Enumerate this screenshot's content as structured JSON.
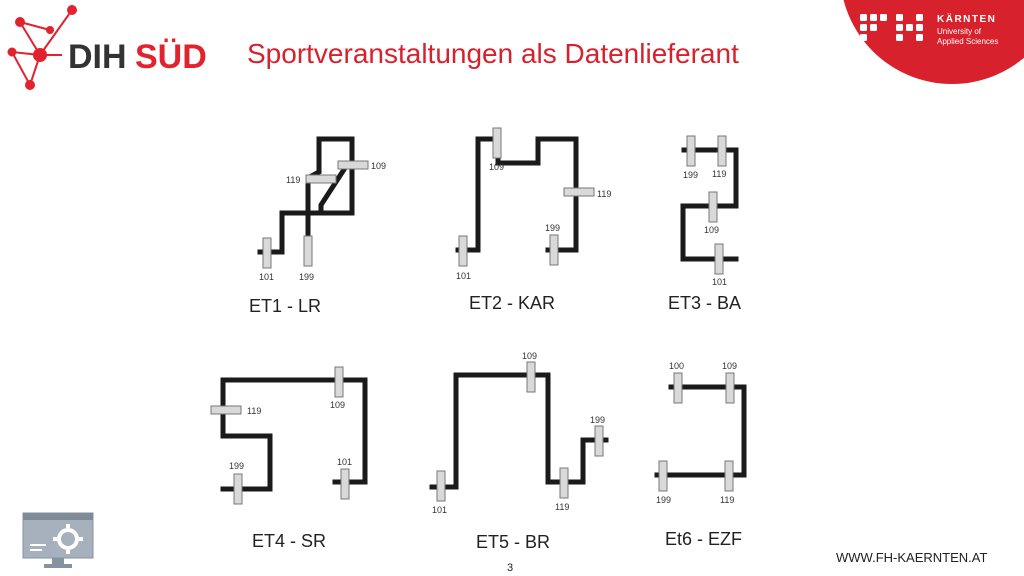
{
  "header": {
    "title": "Sportveranstaltungen als Datenlieferant",
    "logo_text_dih": "DIH",
    "logo_text_sud": "SÜD",
    "fh_name": "KÄRNTEN",
    "fh_line1": "University of",
    "fh_line2": "Applied Sciences"
  },
  "diagrams": [
    {
      "caption": "ET1 - LR",
      "labels": [
        "109",
        "119",
        "101",
        "199"
      ]
    },
    {
      "caption": "ET2 - KAR",
      "labels": [
        "109",
        "119",
        "199",
        "101"
      ]
    },
    {
      "caption": "ET3 - BA",
      "labels": [
        "199",
        "119",
        "109",
        "101"
      ]
    },
    {
      "caption": "ET4 - SR",
      "labels": [
        "119",
        "109",
        "199",
        "101"
      ]
    },
    {
      "caption": "ET5 - BR",
      "labels": [
        "109",
        "199",
        "101",
        "119"
      ]
    },
    {
      "caption": "Et6 - EZF",
      "labels": [
        "100",
        "109",
        "199",
        "119"
      ]
    }
  ],
  "footer": {
    "website": "WWW.FH-KAERNTEN.AT",
    "page_number": "3"
  },
  "colors": {
    "brand_red": "#d7222e",
    "track": "#1a1a1a",
    "marker_fill": "#d9d9d9"
  }
}
